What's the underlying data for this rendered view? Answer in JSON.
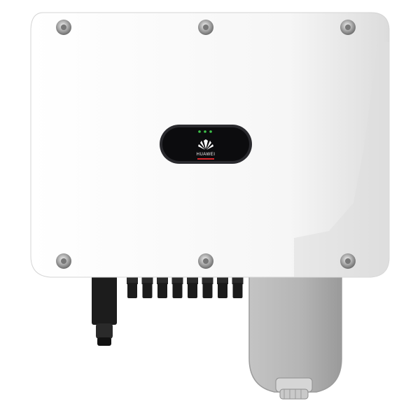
{
  "device": {
    "brand_text": "HUAWEI",
    "colors": {
      "body": "#f7f7f7",
      "body_shadow": "#e1e1e1",
      "panel": "#0c0c0e",
      "panel_rim": "#2a2a2e",
      "status_led": "#3ec24a",
      "accent_bar": "#d8262b",
      "connector": "#1b1b1b",
      "junction_box": "#b7b7b7",
      "junction_box_shadow": "#9d9d9d"
    },
    "status_leds": [
      "led-1",
      "led-2",
      "led-3"
    ],
    "dc_connector_count": 8
  }
}
